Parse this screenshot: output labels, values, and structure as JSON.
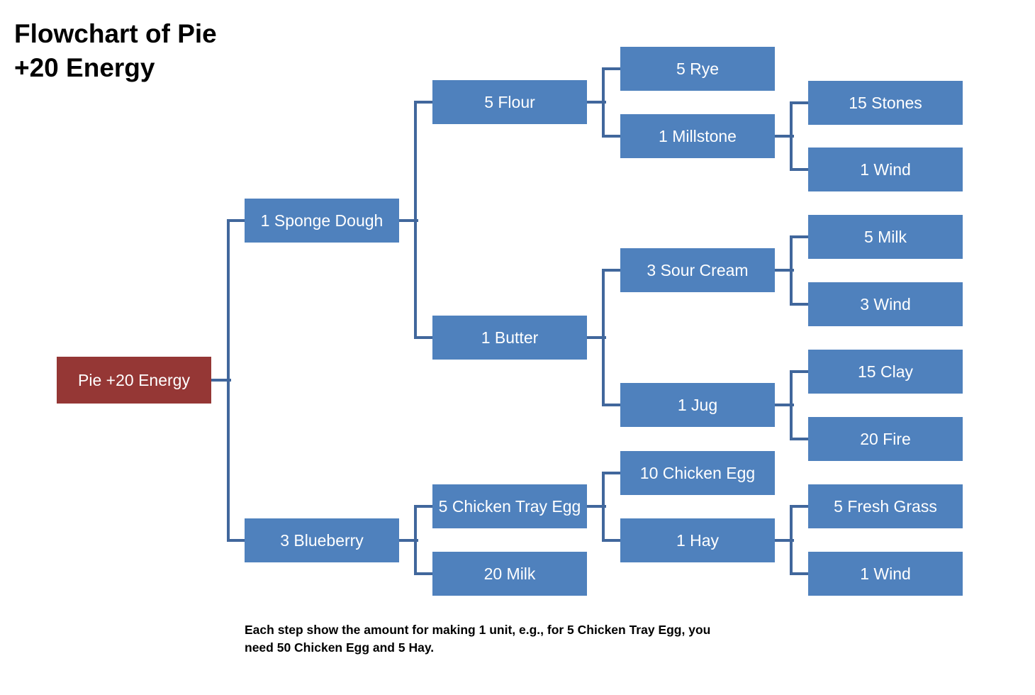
{
  "title": "Flowchart of Pie\n+20 Energy",
  "note": "Each step show the amount for making 1 unit, e.g., for 5 Chicken Tray Egg, you\nneed 50 Chicken Egg and 5 Hay.",
  "colors": {
    "node_blue": "#4F81BD",
    "node_red": "#953735",
    "connector": "#41679C",
    "node_text": "#FFFFFF",
    "title_text": "#000000"
  },
  "tree": {
    "label": "Pie +20 Energy",
    "children": [
      {
        "label": "1 Sponge Dough",
        "children": [
          {
            "label": "5 Flour",
            "children": [
              {
                "label": "5 Rye",
                "children": []
              },
              {
                "label": "1 Millstone",
                "children": [
                  {
                    "label": "15 Stones",
                    "children": []
                  },
                  {
                    "label": "1 Wind",
                    "children": []
                  }
                ]
              }
            ]
          },
          {
            "label": "1 Butter",
            "children": [
              {
                "label": "3 Sour Cream",
                "children": [
                  {
                    "label": "5 Milk",
                    "children": []
                  },
                  {
                    "label": "3 Wind",
                    "children": []
                  }
                ]
              },
              {
                "label": "1 Jug",
                "children": [
                  {
                    "label": "15 Clay",
                    "children": []
                  },
                  {
                    "label": "20 Fire",
                    "children": []
                  }
                ]
              }
            ]
          }
        ]
      },
      {
        "label": "3 Blueberry",
        "children": [
          {
            "label": "5 Chicken Tray Egg",
            "children": [
              {
                "label": "10 Chicken Egg",
                "children": []
              },
              {
                "label": "1 Hay",
                "children": [
                  {
                    "label": "5 Fresh Grass",
                    "children": []
                  },
                  {
                    "label": "1 Wind",
                    "children": []
                  }
                ]
              }
            ]
          },
          {
            "label": "20 Milk",
            "children": []
          }
        ]
      }
    ]
  }
}
